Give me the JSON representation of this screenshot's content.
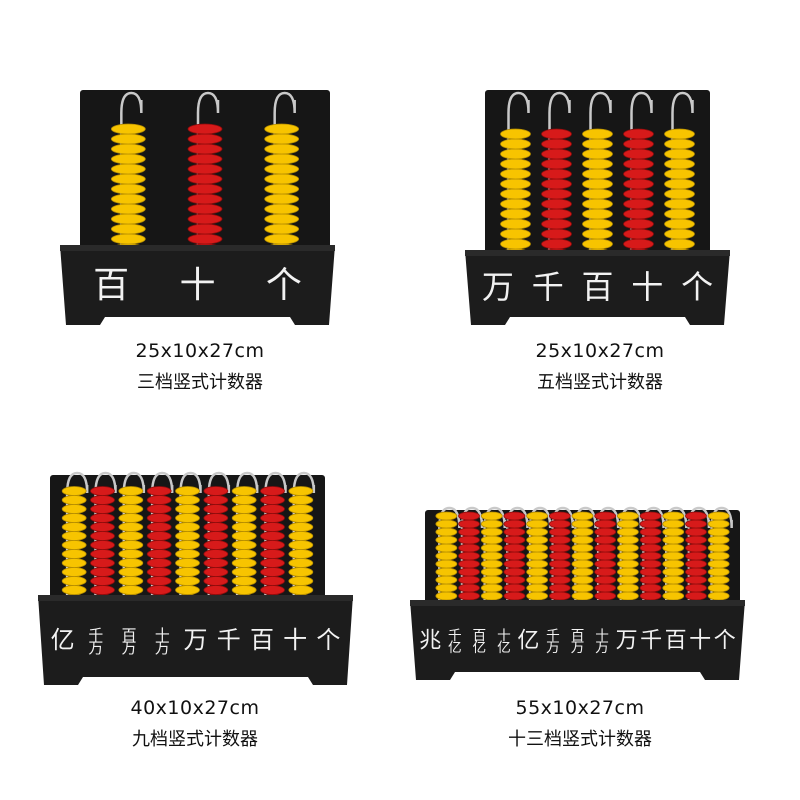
{
  "products": [
    {
      "rods": [
        "yellow",
        "red",
        "yellow"
      ],
      "base_labels": [
        "百",
        "十",
        "个"
      ],
      "dimensions": "25x10x27cm",
      "name": "三档竖式计数器"
    },
    {
      "rods": [
        "yellow",
        "red",
        "yellow",
        "red",
        "yellow"
      ],
      "base_labels": [
        "万",
        "千",
        "百",
        "十",
        "个"
      ],
      "dimensions": "25x10x27cm",
      "name": "五档竖式计数器"
    },
    {
      "rods": [
        "yellow",
        "red",
        "yellow",
        "red",
        "yellow",
        "red",
        "yellow",
        "red",
        "yellow"
      ],
      "base_labels": [
        "亿",
        "千万",
        "百万",
        "十万",
        "万",
        "千",
        "百",
        "十",
        "个"
      ],
      "dimensions": "40x10x27cm",
      "name": "九档竖式计数器"
    },
    {
      "rods": [
        "yellow",
        "red",
        "yellow",
        "red",
        "yellow",
        "red",
        "yellow",
        "red",
        "yellow",
        "red",
        "yellow",
        "red",
        "yellow"
      ],
      "base_labels": [
        "兆",
        "千亿",
        "百亿",
        "十亿",
        "亿",
        "千万",
        "百万",
        "十万",
        "万",
        "千",
        "百",
        "十",
        "个"
      ],
      "dimensions": "55x10x27cm",
      "name": "十三档竖式计数器"
    }
  ],
  "colors": {
    "board": "#161616",
    "base": "#1c1c1c",
    "bead_yellow": "#f7c400",
    "bead_red": "#d71a1a",
    "wire": "#c9c9c9",
    "label_text": "#f2f2f2"
  }
}
